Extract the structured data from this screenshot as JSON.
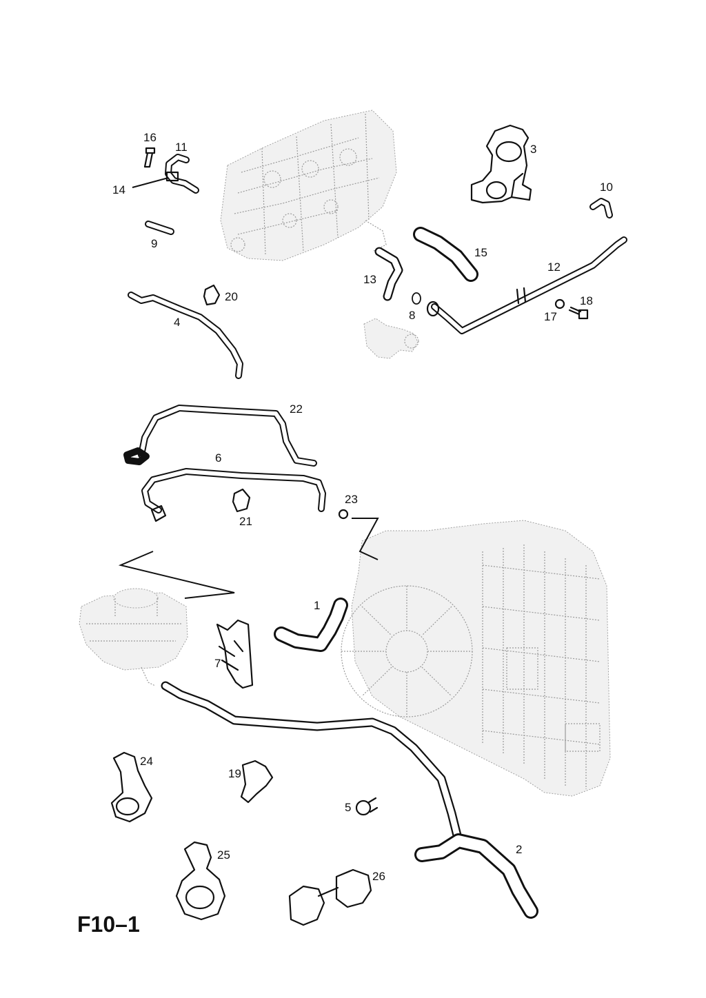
{
  "figure": {
    "label": "F10–1"
  },
  "callouts": {
    "c1": "1",
    "c2": "2",
    "c3": "3",
    "c4": "4",
    "c5": "5",
    "c6": "6",
    "c7": "7",
    "c8": "8",
    "c9": "9",
    "c10": "10",
    "c11": "11",
    "c12": "12",
    "c13": "13",
    "c14": "14",
    "c15": "15",
    "c16": "16",
    "c17": "17",
    "c18": "18",
    "c19": "19",
    "c20": "20",
    "c21": "21",
    "c22": "22",
    "c23": "23",
    "c24": "24",
    "c25": "25",
    "c26": "26"
  }
}
